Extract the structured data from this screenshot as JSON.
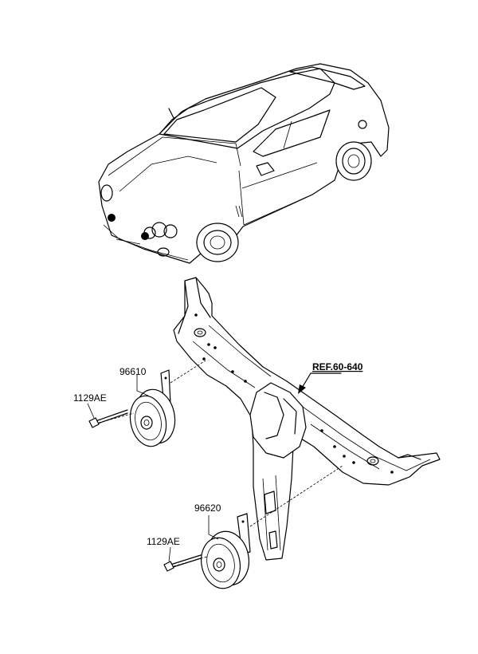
{
  "labels": {
    "ref": "REF.60-640",
    "horn_upper": "96610",
    "horn_lower": "96620",
    "bolt_upper": "1129AE",
    "bolt_lower": "1129AE"
  }
}
